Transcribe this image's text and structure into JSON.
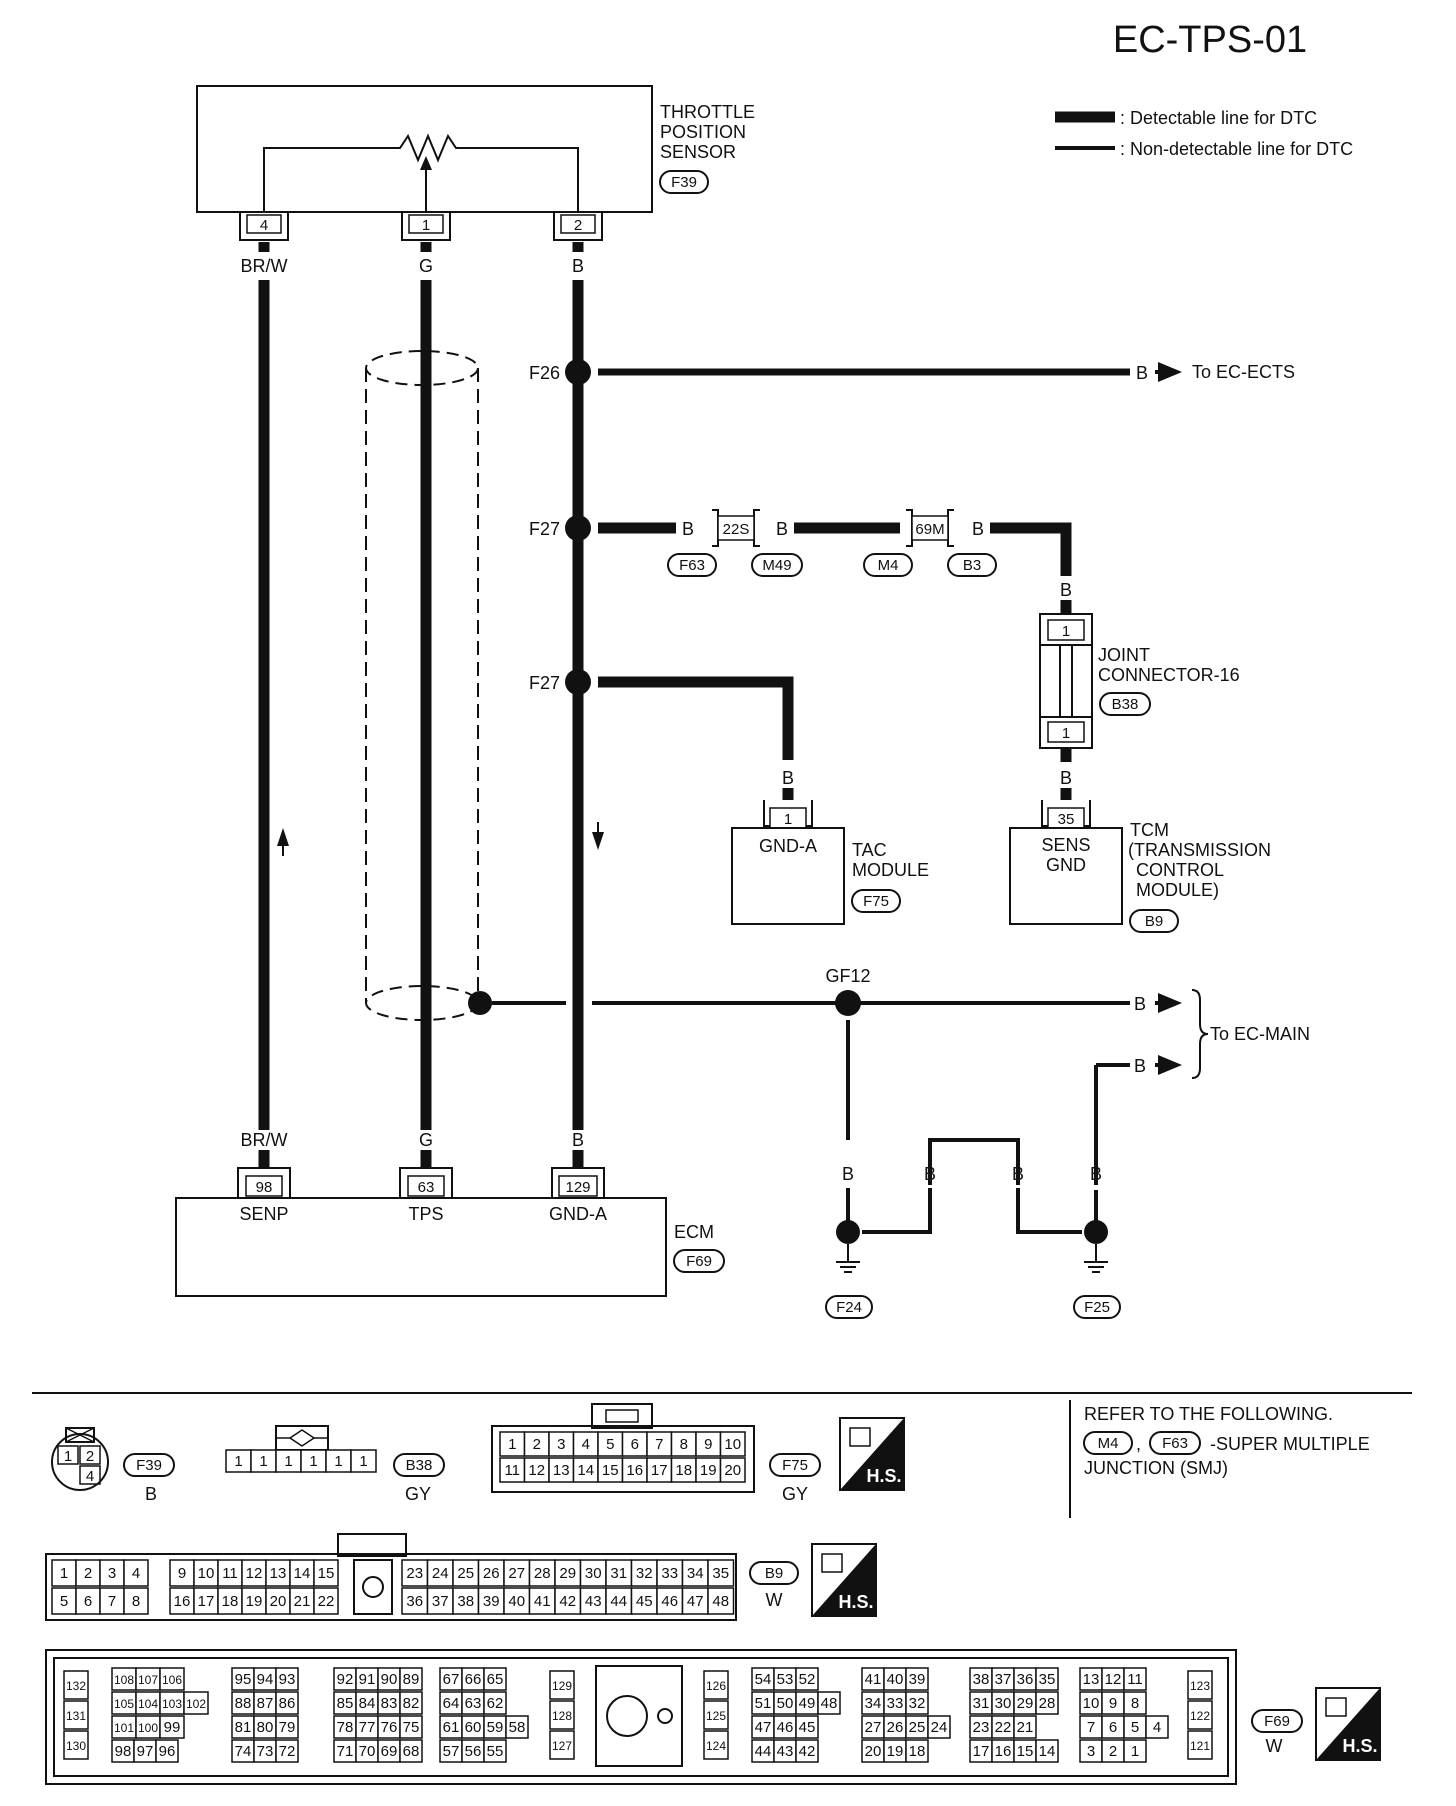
{
  "title": "EC-TPS-01",
  "legend": {
    "detectable": ": Detectable line for DTC",
    "non_detectable": ": Non-detectable line for DTC"
  },
  "components": {
    "tps": {
      "name_lines": [
        "THROTTLE",
        "POSITION",
        "SENSOR"
      ],
      "code": "F39",
      "pins": [
        "4",
        "1",
        "2"
      ]
    },
    "joint": {
      "name_lines": [
        "JOINT",
        "CONNECTOR-16"
      ],
      "code": "B38",
      "pins": [
        "1",
        "1"
      ]
    },
    "tac": {
      "name_lines": [
        "TAC",
        "MODULE"
      ],
      "code": "F75",
      "pin": "1",
      "pin_label": "GND-A"
    },
    "tcm": {
      "name_lines": [
        "TCM",
        "(TRANSMISSION",
        "CONTROL",
        "MODULE)"
      ],
      "code": "B9",
      "pin": "35",
      "pin_label_lines": [
        "SENS",
        "GND"
      ]
    },
    "ecm": {
      "name": "ECM",
      "code": "F69",
      "pins": [
        "98",
        "63",
        "129"
      ],
      "pin_labels": [
        "SENP",
        "TPS",
        "GND-A"
      ]
    }
  },
  "wires": {
    "brw": "BR/W",
    "g": "G",
    "b": "B"
  },
  "junctions": {
    "f26": "F26",
    "f27a": "F27",
    "f27b": "F27",
    "gf12": "GF12"
  },
  "inline_connectors": {
    "c1": {
      "pin": "22S",
      "codes": [
        "F63",
        "M49"
      ]
    },
    "c2": {
      "pin": "69M",
      "codes": [
        "M4",
        "B3"
      ]
    }
  },
  "grounds": [
    "F24",
    "F25"
  ],
  "destinations": {
    "ects": "To EC-ECTS",
    "main": "To EC-MAIN"
  },
  "connector_views": {
    "f39": {
      "code": "F39",
      "color": "B",
      "cells": [
        "1",
        "2",
        "4"
      ]
    },
    "b38": {
      "code": "B38",
      "color": "GY",
      "cells": [
        "1",
        "1",
        "1",
        "1",
        "1",
        "1"
      ]
    },
    "f75": {
      "code": "F75",
      "color": "GY",
      "rows": [
        [
          "1",
          "2",
          "3",
          "4",
          "5",
          "6",
          "7",
          "8",
          "9",
          "10"
        ],
        [
          "11",
          "12",
          "13",
          "14",
          "15",
          "16",
          "17",
          "18",
          "19",
          "20"
        ]
      ]
    },
    "b9": {
      "code": "B9",
      "color": "W",
      "left_rows": [
        [
          "1",
          "2",
          "3",
          "4"
        ],
        [
          "5",
          "6",
          "7",
          "8"
        ]
      ],
      "mid_rows": [
        [
          "9",
          "10",
          "11",
          "12",
          "13",
          "14",
          "15"
        ],
        [
          "16",
          "17",
          "18",
          "19",
          "20",
          "21",
          "22"
        ]
      ],
      "right_rows": [
        [
          "23",
          "24",
          "25",
          "26",
          "27",
          "28",
          "29",
          "30",
          "31",
          "32",
          "33",
          "34",
          "35"
        ],
        [
          "36",
          "37",
          "38",
          "39",
          "40",
          "41",
          "42",
          "43",
          "44",
          "45",
          "46",
          "47",
          "48"
        ]
      ]
    },
    "f69": {
      "code": "F69",
      "color": "W",
      "groups": [
        [
          [
            "132"
          ],
          [
            "131"
          ],
          [
            "130"
          ]
        ],
        [
          [
            "108",
            "107",
            "106"
          ],
          [
            "105",
            "104",
            "103",
            "102"
          ],
          [
            "101",
            "100",
            "99"
          ],
          [
            "98",
            "97",
            "96"
          ]
        ],
        [
          [
            "95",
            "94",
            "93"
          ],
          [
            "88",
            "87",
            "86"
          ],
          [
            "81",
            "80",
            "79"
          ],
          [
            "74",
            "73",
            "72"
          ]
        ],
        [
          [
            "92",
            "91",
            "90",
            "89"
          ],
          [
            "85",
            "84",
            "83",
            "82"
          ],
          [
            "78",
            "77",
            "76",
            "75"
          ],
          [
            "71",
            "70",
            "69",
            "68"
          ]
        ],
        [
          [
            "67",
            "66",
            "65"
          ],
          [
            "64",
            "63",
            "62"
          ],
          [
            "61",
            "60",
            "59",
            "58"
          ],
          [
            "57",
            "56",
            "55"
          ]
        ],
        [
          [
            "129"
          ],
          [
            "128"
          ],
          [
            "127"
          ]
        ],
        [
          [
            "126"
          ],
          [
            "125"
          ],
          [
            "124"
          ]
        ],
        [
          [
            "54",
            "53",
            "52"
          ],
          [
            "51",
            "50",
            "49",
            "48"
          ],
          [
            "47",
            "46",
            "45"
          ],
          [
            "44",
            "43",
            "42"
          ]
        ],
        [
          [
            "41",
            "40",
            "39"
          ],
          [
            "34",
            "33",
            "32"
          ],
          [
            "27",
            "26",
            "25",
            "24"
          ],
          [
            "20",
            "19",
            "18"
          ]
        ],
        [
          [
            "38",
            "37",
            "36",
            "35"
          ],
          [
            "31",
            "30",
            "29",
            "28"
          ],
          [
            "23",
            "22",
            "21"
          ],
          [
            "17",
            "16",
            "15",
            "14"
          ]
        ],
        [
          [
            "13",
            "12",
            "11"
          ],
          [
            "10",
            "9",
            "8"
          ],
          [
            "7",
            "6",
            "5",
            "4"
          ],
          [
            "3",
            "2",
            "1"
          ]
        ],
        [
          [
            "123"
          ],
          [
            "122"
          ],
          [
            "121"
          ]
        ]
      ]
    }
  },
  "hs_label": "H.S.",
  "refer_note": {
    "line1": "REFER TO THE FOLLOWING.",
    "codes": [
      "M4",
      "F63"
    ],
    "sep": ",",
    "line2": "-SUPER MULTIPLE",
    "line3": "JUNCTION (SMJ)"
  }
}
